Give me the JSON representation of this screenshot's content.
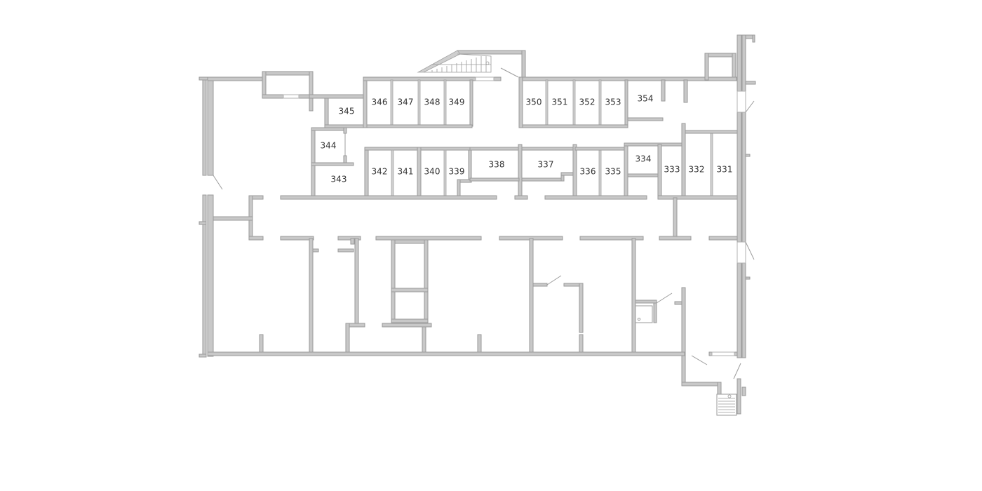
{
  "floor_plan": {
    "rooms": [
      {
        "id": "345",
        "label": "345"
      },
      {
        "id": "346",
        "label": "346"
      },
      {
        "id": "347",
        "label": "347"
      },
      {
        "id": "348",
        "label": "348"
      },
      {
        "id": "349",
        "label": "349"
      },
      {
        "id": "350",
        "label": "350"
      },
      {
        "id": "351",
        "label": "351"
      },
      {
        "id": "352",
        "label": "352"
      },
      {
        "id": "353",
        "label": "353"
      },
      {
        "id": "354",
        "label": "354"
      },
      {
        "id": "344",
        "label": "344"
      },
      {
        "id": "343",
        "label": "343"
      },
      {
        "id": "342",
        "label": "342"
      },
      {
        "id": "341",
        "label": "341"
      },
      {
        "id": "340",
        "label": "340"
      },
      {
        "id": "339",
        "label": "339"
      },
      {
        "id": "338",
        "label": "338"
      },
      {
        "id": "337",
        "label": "337"
      },
      {
        "id": "336",
        "label": "336"
      },
      {
        "id": "335",
        "label": "335"
      },
      {
        "id": "334",
        "label": "334"
      },
      {
        "id": "333",
        "label": "333"
      },
      {
        "id": "332",
        "label": "332"
      },
      {
        "id": "331",
        "label": "331"
      }
    ],
    "colors": {
      "wall_fill": "#c8c8c8",
      "wall_stroke": "#9a9a9a",
      "background": "#ffffff",
      "label": "#333333"
    }
  }
}
